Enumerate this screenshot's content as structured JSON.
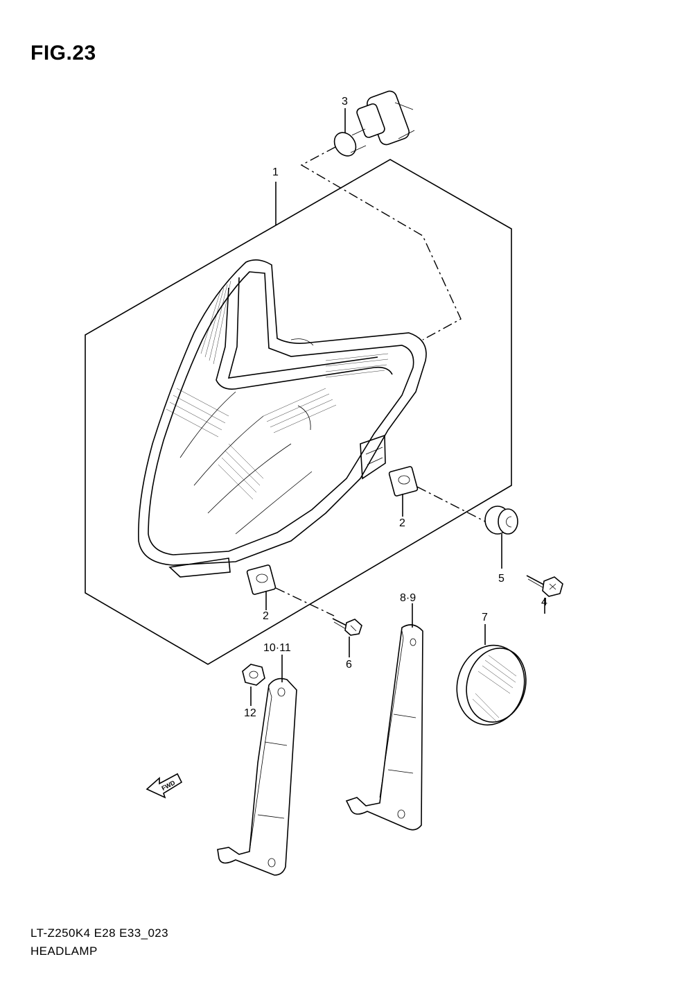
{
  "figure": {
    "title": "FIG.23"
  },
  "callouts": {
    "c1": "1",
    "c2a": "2",
    "c2b": "2",
    "c3": "3",
    "c4": "4",
    "c5": "5",
    "c6": "6",
    "c7": "7",
    "c8_9": "8·9",
    "c10_11": "10·11",
    "c12": "12"
  },
  "fwd_label": "FWD",
  "footer": {
    "model_code": "LT-Z250K4 E28 E33_023",
    "section_name": "HEADLAMP"
  }
}
